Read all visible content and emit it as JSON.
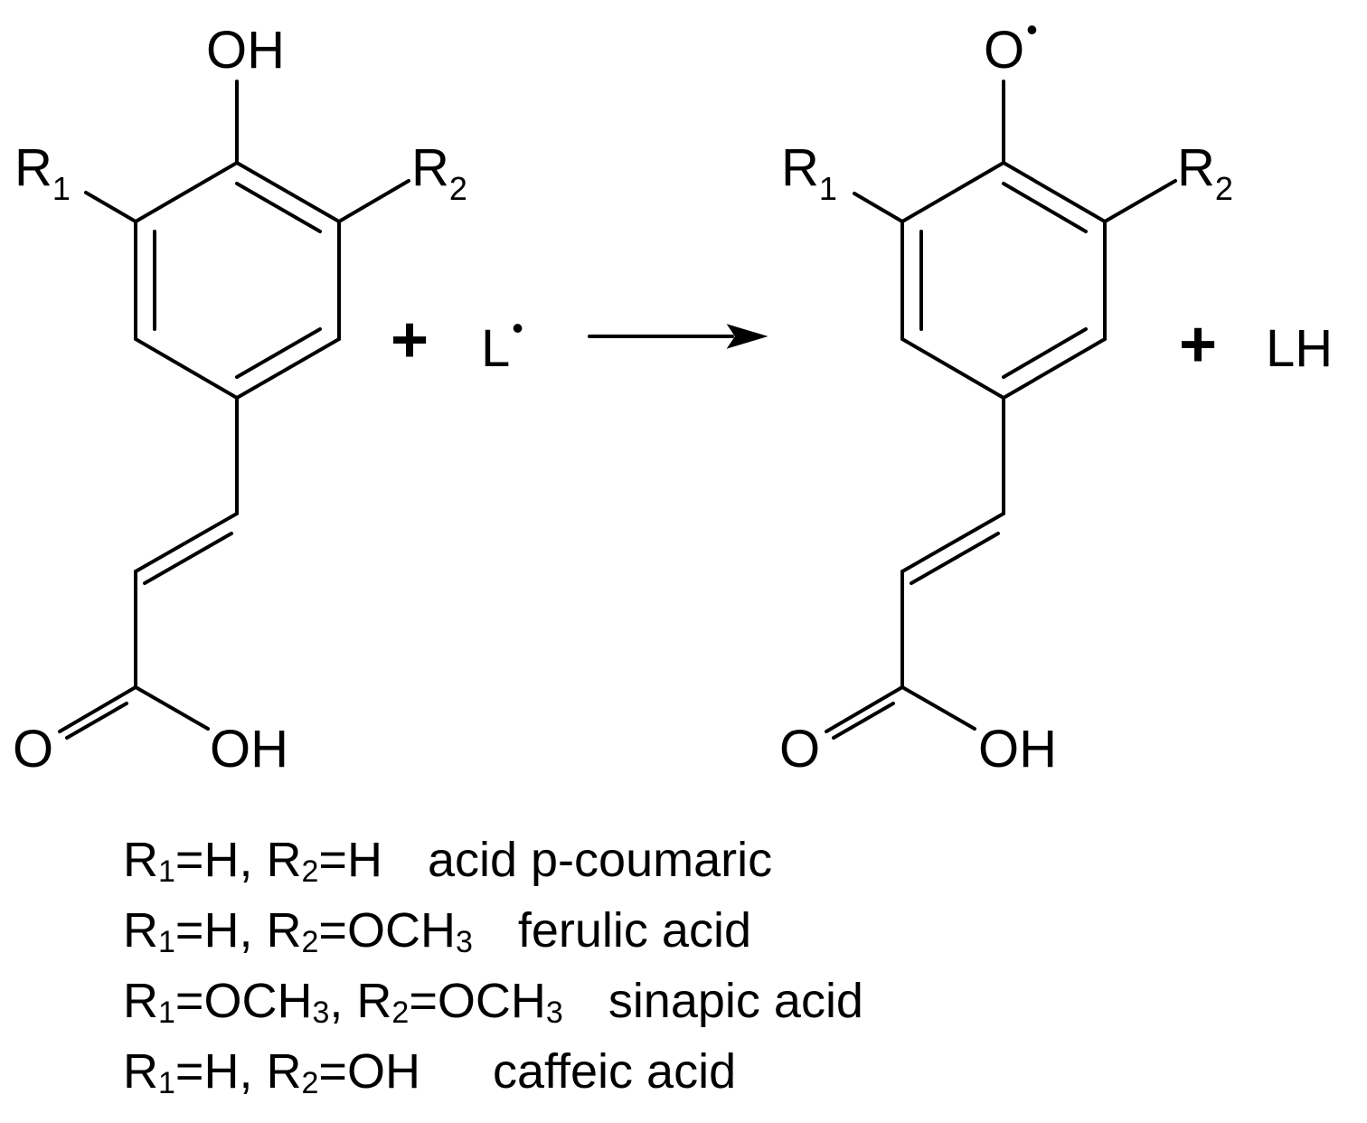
{
  "reactant": {
    "top_group": "OH",
    "r1": "R",
    "r1_sub": "1",
    "r2": "R",
    "r2_sub": "2",
    "carbonyl_o": "O",
    "acid_oh": "OH"
  },
  "plus_1": "+",
  "radical_reagent": "L",
  "radical_dot": "•",
  "product": {
    "top_group": "O",
    "top_dot": "•",
    "r1": "R",
    "r1_sub": "1",
    "r2": "R",
    "r2_sub": "2",
    "carbonyl_o": "O",
    "acid_oh": "OH"
  },
  "plus_2": "+",
  "byproduct": "LH",
  "legend": [
    {
      "r1": "R",
      "r1_sub": "1",
      "r1_val": "=H,",
      "r2": "R",
      "r2_sub": "2",
      "r2_val": "=H",
      "r2_val_sub": "",
      "name": "acid p-coumaric"
    },
    {
      "r1": "R",
      "r1_sub": "1",
      "r1_val": "=H,",
      "r2": "R",
      "r2_sub": "2",
      "r2_val": "=OCH",
      "r2_val_sub": "3",
      "name": "ferulic acid"
    },
    {
      "r1": "R",
      "r1_sub": "1",
      "r1_val": "=OCH",
      "r1_val_sub": "3",
      "r1_tail": ",",
      "r2": "R",
      "r2_sub": "2",
      "r2_val": "=OCH",
      "r2_val_sub": "3",
      "name": "sinapic acid"
    },
    {
      "r1": "R",
      "r1_sub": "1",
      "r1_val": "=H,",
      "r2": "R",
      "r2_sub": "2",
      "r2_val": "=OH",
      "r2_val_sub": "",
      "name": "caffeic acid"
    }
  ]
}
